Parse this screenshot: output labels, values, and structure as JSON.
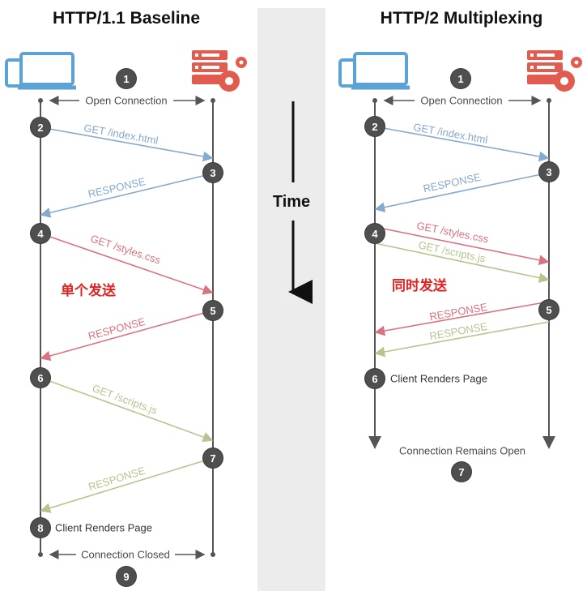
{
  "panels": {
    "left": {
      "title": "HTTP/1.1 Baseline",
      "open_label": "Open Connection",
      "close_label": "Connection Closed",
      "render_label": "Client Renders Page",
      "note": "单个发送",
      "steps": [
        "1",
        "2",
        "3",
        "4",
        "5",
        "6",
        "7",
        "8",
        "9"
      ],
      "messages": [
        {
          "text": "GET /index.html",
          "color": "#86aacc"
        },
        {
          "text": "RESPONSE",
          "color": "#86aacc"
        },
        {
          "text": "GET /styles.css",
          "color": "#d9737f"
        },
        {
          "text": "RESPONSE",
          "color": "#d9737f"
        },
        {
          "text": "GET /scripts.js",
          "color": "#b6c48e"
        },
        {
          "text": "RESPONSE",
          "color": "#b6c48e"
        }
      ]
    },
    "right": {
      "title": "HTTP/2 Multiplexing",
      "open_label": "Open Connection",
      "remain_label": "Connection Remains Open",
      "render_label": "Client Renders Page",
      "note": "同时发送",
      "steps": [
        "1",
        "2",
        "3",
        "4",
        "5",
        "6",
        "7"
      ],
      "messages": [
        {
          "text": "GET /index.html",
          "color": "#86aacc"
        },
        {
          "text": "RESPONSE",
          "color": "#86aacc"
        },
        {
          "text": "GET /styles.css",
          "color": "#d9737f"
        },
        {
          "text": "GET /scripts.js",
          "color": "#b6c48e"
        },
        {
          "text": "RESPONSE",
          "color": "#d9737f"
        },
        {
          "text": "RESPONSE",
          "color": "#b6c48e"
        }
      ]
    }
  },
  "center": {
    "time_label": "Time"
  },
  "icons": {
    "client": "devices-icon",
    "server": "server-gear-icon"
  },
  "colors": {
    "client_icon": "#5aa3d4",
    "server_icon": "#e25b4f",
    "badge": "#4f4f4f",
    "line": "#555555"
  }
}
